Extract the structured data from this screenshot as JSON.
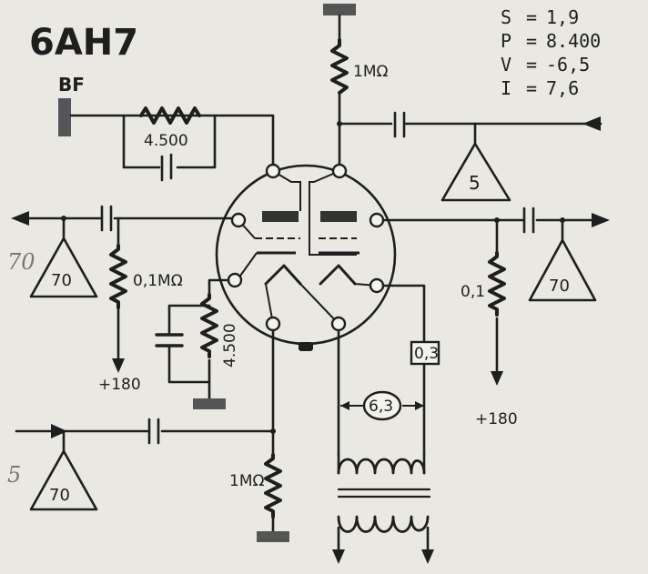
{
  "tube": {
    "name": "6AH7",
    "input_label": "BF"
  },
  "specs": [
    {
      "key": "S",
      "sep": "=",
      "value": "1,9"
    },
    {
      "key": "P",
      "sep": "=",
      "value": "8.400"
    },
    {
      "key": "V",
      "sep": "=",
      "value": "-6,5"
    },
    {
      "key": "I",
      "sep": "=",
      "value": "7,6"
    }
  ],
  "labels": {
    "r_top": "1MΩ",
    "r_feedback": "4.500",
    "r_left": "0,1MΩ",
    "r_cathode": "4.500",
    "r_grid": "1MΩ",
    "r_right": "0,1",
    "v_left": "+180",
    "v_right": "+180",
    "box_filament": "0,3",
    "box_heater": "6,3"
  },
  "triangles": {
    "top": "5",
    "left": "70",
    "right": "70",
    "bottom": "70"
  },
  "handwriting": {
    "left": "70",
    "bottom": "5"
  }
}
